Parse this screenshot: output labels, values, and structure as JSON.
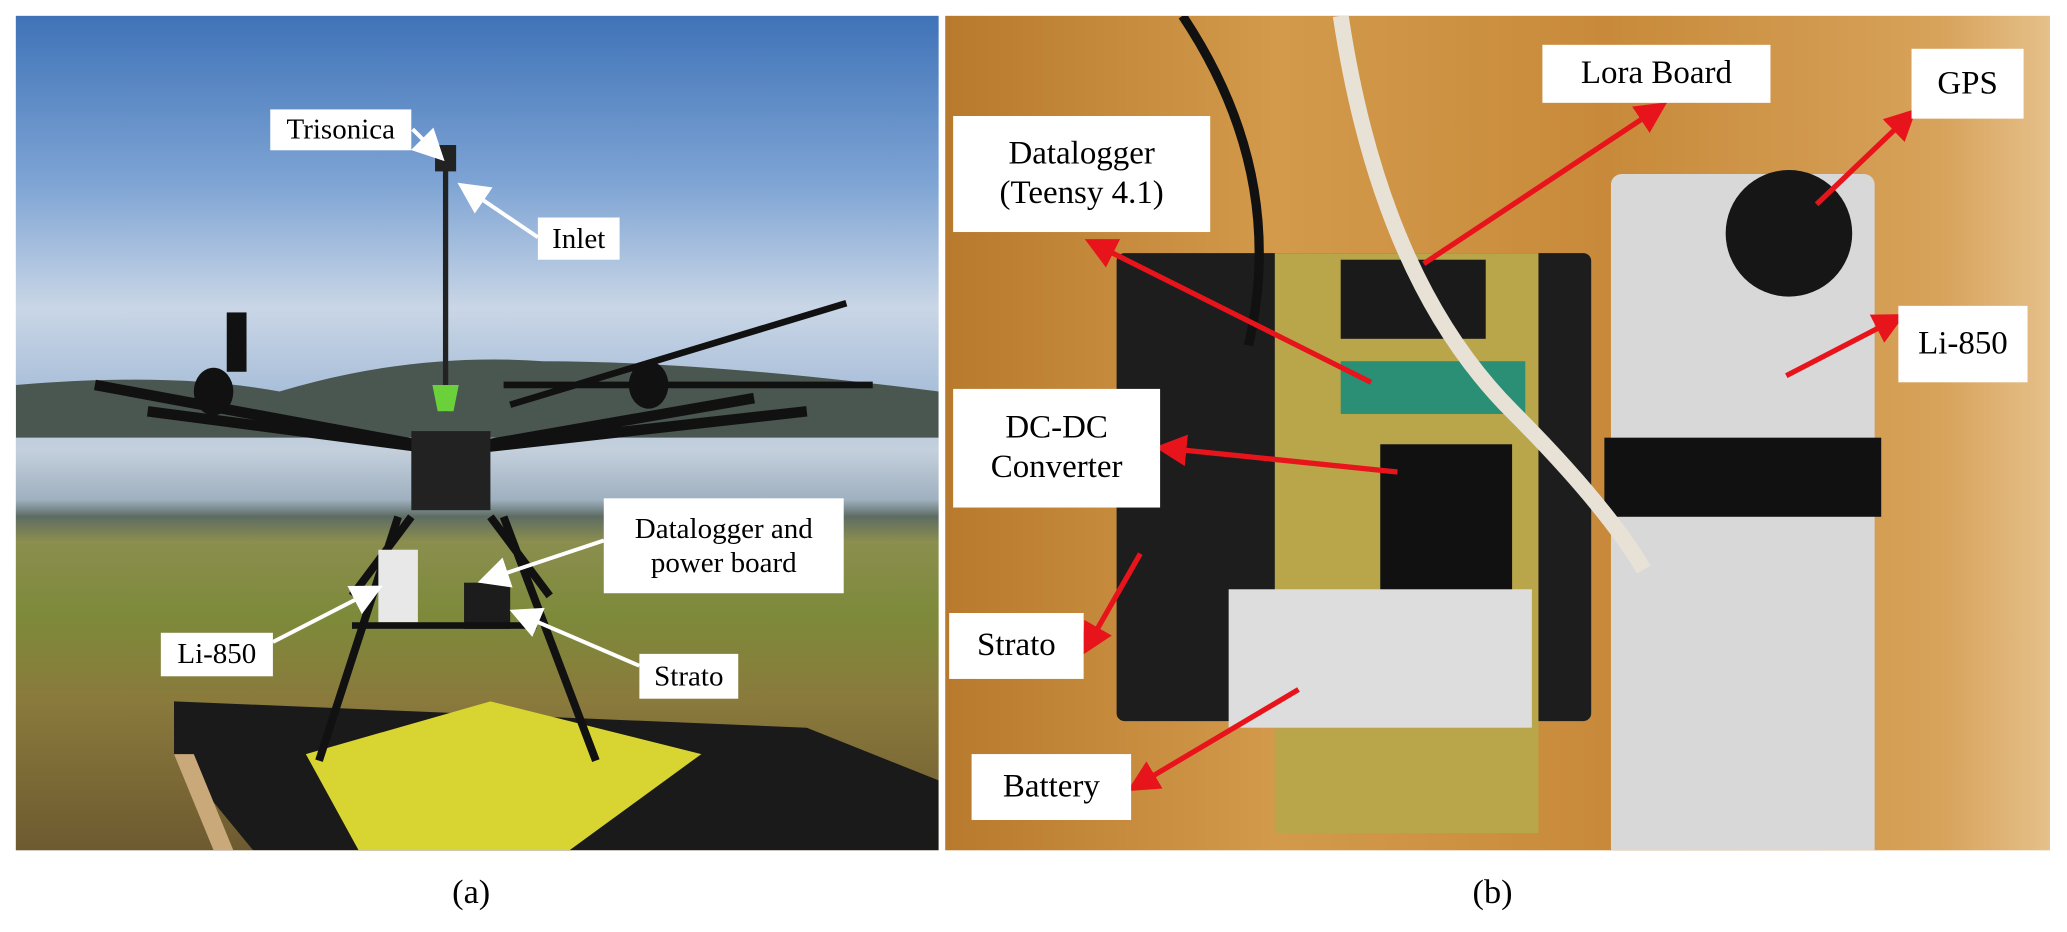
{
  "panel_a": {
    "caption": "(a)",
    "labels": {
      "trisonica": "Trisonica",
      "inlet": "Inlet",
      "datalogger": "Datalogger and power board",
      "li850": "Li-850",
      "strato": "Strato"
    }
  },
  "panel_b": {
    "caption": "(b)",
    "labels": {
      "lora": "Lora Board",
      "gps": "GPS",
      "datalogger": "Datalogger (Teensy 4.1)",
      "li850": "Li-850",
      "dcdc": "DC-DC Converter",
      "strato": "Strato",
      "battery": "Battery"
    }
  },
  "colors": {
    "arrow_a": "#ffffff",
    "arrow_b": "#e8141c"
  }
}
